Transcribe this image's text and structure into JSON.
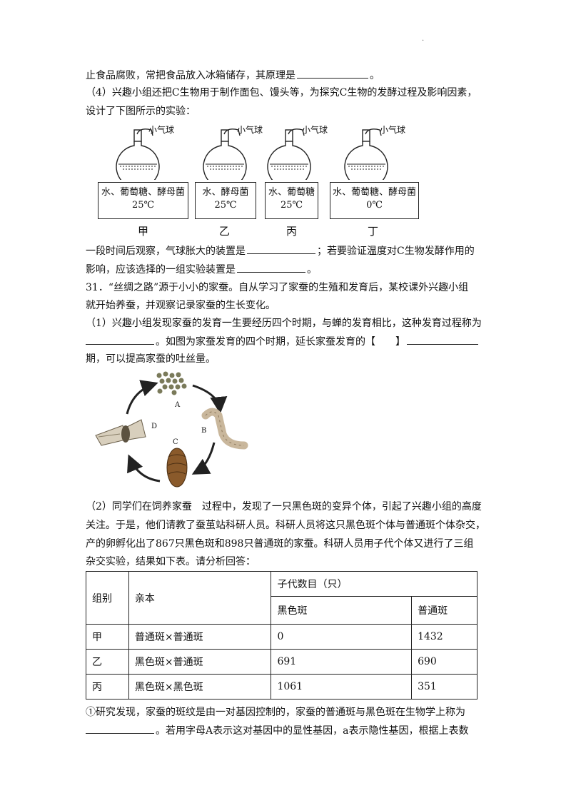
{
  "page_mark": "·",
  "lines": {
    "l1_prefix": "止食品腐败，常把食品放入冰箱储存，其原理是",
    "l1_suffix": "。",
    "l2": "（4）兴趣小组还把C生物用于制作面包、馒头等，为探究C生物的发酵过程及影响因素，",
    "l3": "设计了下图所示的实验：",
    "after1_prefix": "一段时间后观察，气球胀大的装置是",
    "after1_suffix": "；若要验证温度对C生物发酵作用的",
    "after2_prefix": "影响，应该选择的一组实验装置是",
    "after2_suffix": "。",
    "q31_a": "31．“丝绸之路”源于小小的家蚕。自从学习了家蚕的生殖和发育后，某校课外兴趣小组",
    "q31_b": "就开始养蚕，并观察记录家蚕的生长变化。",
    "p1_a": "（1）兴趣小组发现家蚕的发育一生要经历四个时期，与蝉的发育相比，这种发育过程称为",
    "p1_b_mid": "。如图为家蚕发育的四个时期，延长家蚕发育的【　　】",
    "p1_c": "期，可以提高家蚕的吐丝量。",
    "p2_a": "（2）同学们在饲养家蚕　过程中，发现了一只黑色斑的变异个体，引起了兴趣小组的高度",
    "p2_b": "关注。于是，他们请教了蚕茧站科研人员。科研人员将这只黑色斑个体与普通斑个体杂交，",
    "p2_c": "产的卵孵化出了867只黑色斑和898只普通斑的家蚕。科研人员用子代个体又进行了三组",
    "p2_d": "杂交实验，结果如下表。请分析回答：",
    "f1_a": "①研究发现，家蚕的斑纹是由一对基因控制的，家蚕的普通斑与黑色斑在生物学上称为",
    "f1_b": "。若用字母A表示这对基因中的显性基因，a表示隐性基因，根据上表数"
  },
  "flasks": [
    {
      "balloon": "小气球",
      "content": "水、葡萄糖、酵母菌",
      "temp": "25℃",
      "label": "甲"
    },
    {
      "balloon": "小气球",
      "content": "水、酵母菌",
      "temp": "25℃",
      "label": "乙"
    },
    {
      "balloon": "小气球",
      "content": "水、葡萄糖",
      "temp": "25℃",
      "label": "丙"
    },
    {
      "balloon": "小气球",
      "content": "水、葡萄糖、酵母菌",
      "temp": "0℃",
      "label": "丁"
    }
  ],
  "cycle_labels": {
    "a": "A",
    "b": "B",
    "c": "C",
    "d": "D"
  },
  "table": {
    "h_group": "组别",
    "h_parent": "亲本",
    "h_offspring": "子代数目（只）",
    "h_black": "黑色斑",
    "h_normal": "普通斑",
    "rows": [
      {
        "group": "甲",
        "parent": "普通斑×普通斑",
        "black": "0",
        "normal": "1432"
      },
      {
        "group": "乙",
        "parent": "黑色斑×普通斑",
        "black": "691",
        "normal": "690"
      },
      {
        "group": "丙",
        "parent": "黑色斑×黑色斑",
        "black": "1061",
        "normal": "351"
      }
    ]
  }
}
